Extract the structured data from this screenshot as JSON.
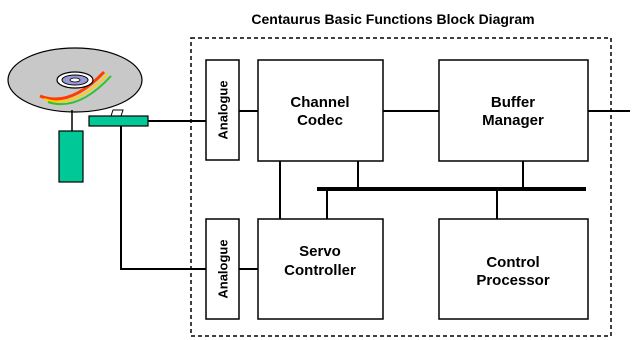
{
  "title": "Centaurus Basic Functions Block Diagram",
  "blocks": {
    "analogue_top": "Analogue",
    "analogue_bottom": "Analogue",
    "channel_codec": [
      "Channel",
      "Codec"
    ],
    "buffer_manager": [
      "Buffer",
      "Manager"
    ],
    "servo_controller": [
      "Servo",
      "Controller"
    ],
    "control_processor": [
      "Control",
      "Processor"
    ]
  },
  "colors": {
    "line": "#000000",
    "block_fill": "#ffffff",
    "disc_fill": "#c8c8c8",
    "disc_hub": "#9a9ad8",
    "motor_fill": "#00c896",
    "pickup_fill": "#00c896"
  }
}
